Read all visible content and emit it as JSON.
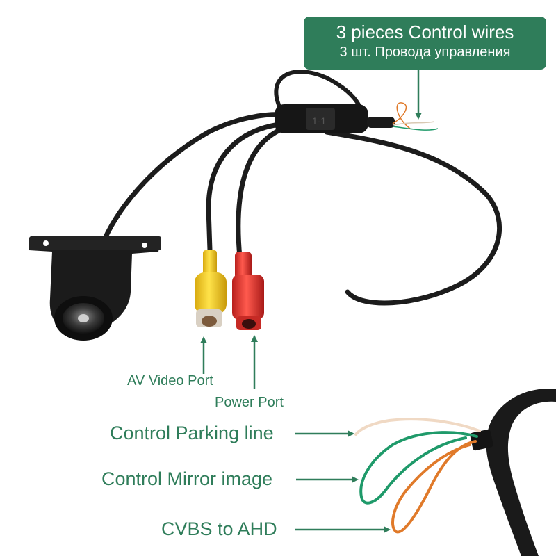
{
  "callout": {
    "line1": "3 pieces Control wires",
    "line2": "3 шт. Провода управления"
  },
  "ports": {
    "av_video": "AV Video Port",
    "power": "Power Port"
  },
  "wires": {
    "parking_line": "Control Parking line",
    "mirror_image": "Control Mirror image",
    "cvbs_ahd": "CVBS to AHD"
  },
  "connector_marking": "1-1",
  "colors": {
    "accent_green": "#2f7d5a",
    "wire_white": "#f0d9c4",
    "wire_green": "#1f9a6a",
    "wire_orange": "#e07a2a",
    "rca_yellow": "#f7d11e",
    "dc_red": "#e8322c",
    "cable_black": "#1c1c1c"
  }
}
